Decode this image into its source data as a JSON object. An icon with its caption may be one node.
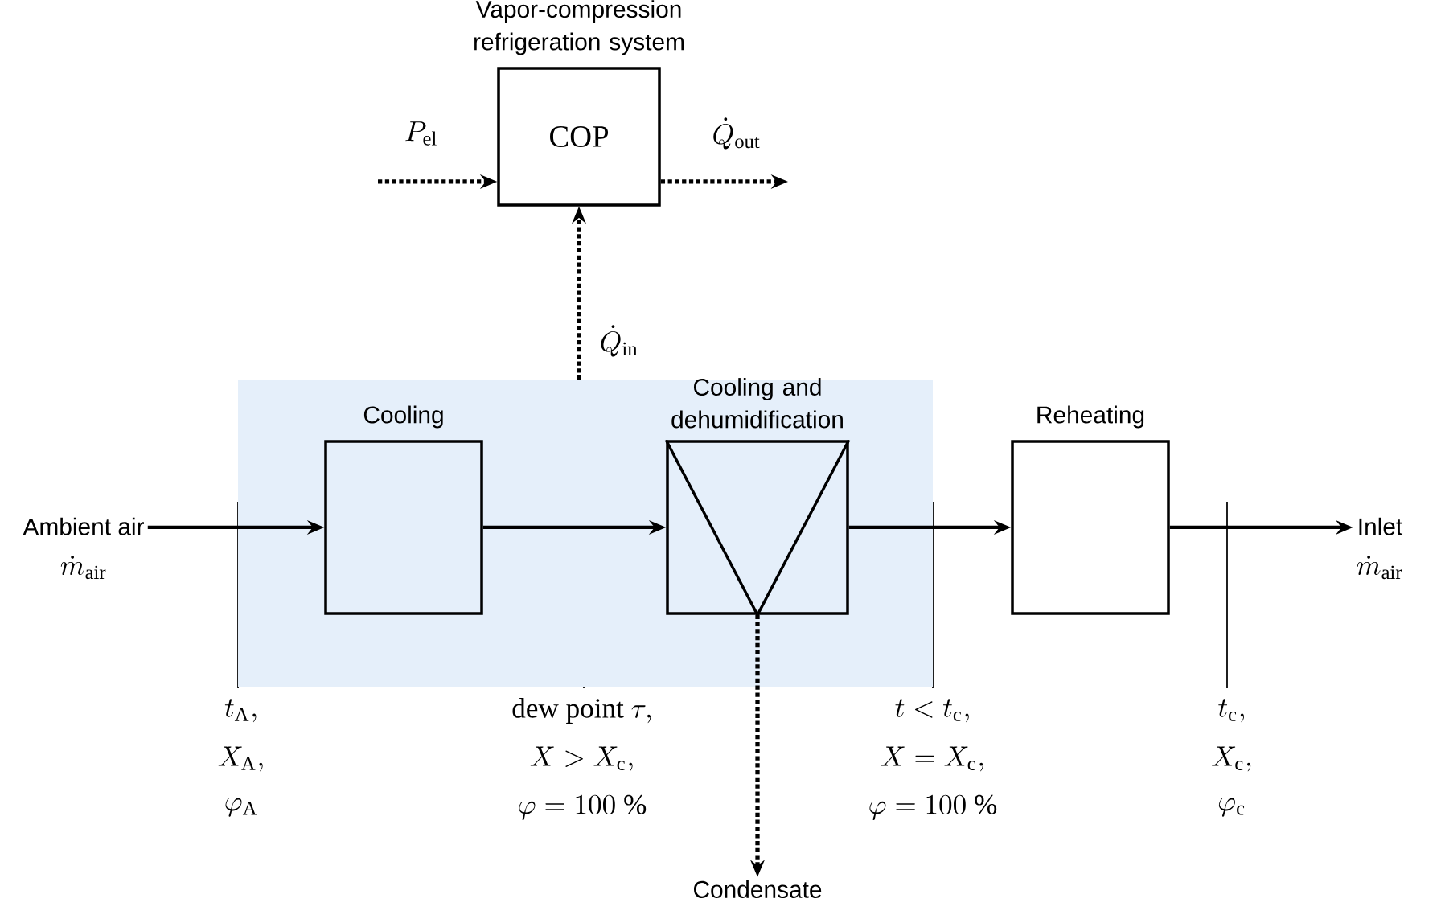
{
  "diagram": {
    "nodes": [
      {
        "text": [
          "Vapor-compression refrigeration system",
          "COP"
        ]
      },
      {
        "text": [],
        "shape": "box"
      },
      {
        "text": [
          "Cooling"
        ],
        "in": 1
      },
      {
        "text": [
          "Cooling and dehumidification"
        ],
        "in": 1
      },
      {
        "text": [
          "Reheating"
        ]
      },
      {
        "text": [
          "Ambient air",
          "\\dot{m}_{\\mathrm{air}}"
        ]
      },
      {
        "text": [
          "Inlet",
          "\\dot{m}_{\\mathrm{air}}"
        ]
      },
      {
        "text": [
          "Condensate"
        ]
      }
    ],
    "edges": [
      {
        "from": null,
        "to": 0,
        "arrow": "to",
        "label": "P_{\\mathrm{el}}",
        "style": "dashed"
      },
      {
        "from": 0,
        "to": null,
        "arrow": "to",
        "label": "\\dot{Q}_{\\mathrm{out}}",
        "style": "dashed"
      },
      {
        "from": 1,
        "to": 0,
        "arrow": "to",
        "label": "\\dot{Q}_{\\mathrm{in}}",
        "style": "dashed"
      },
      {
        "from": 5,
        "to": 2,
        "arrow": "to"
      },
      {
        "from": 2,
        "to": 3,
        "arrow": "to"
      },
      {
        "from": 3,
        "to": 4,
        "arrow": "to"
      },
      {
        "from": 4,
        "to": 6,
        "arrow": "to"
      },
      {
        "from": 3,
        "to": 7,
        "arrow": "to",
        "style": "dashed"
      }
    ],
    "labels": [
      "t_{\\mathrm{A}},",
      "X_{\\mathrm{A}},",
      "\\varphi_{\\mathrm{A}}",
      "\\mathrm{dew\\ point}\\ \\tau,",
      "X > X_{\\mathrm{c}},",
      "\\varphi = 100~\\%",
      "t < t_{\\mathrm{c}},",
      "X = X_{\\mathrm{c}},",
      "\\varphi = 100~\\%",
      "t_{\\mathrm{c}},",
      "X_{\\mathrm{c}},",
      "\\varphi_{\\mathrm{c}}"
    ]
  }
}
